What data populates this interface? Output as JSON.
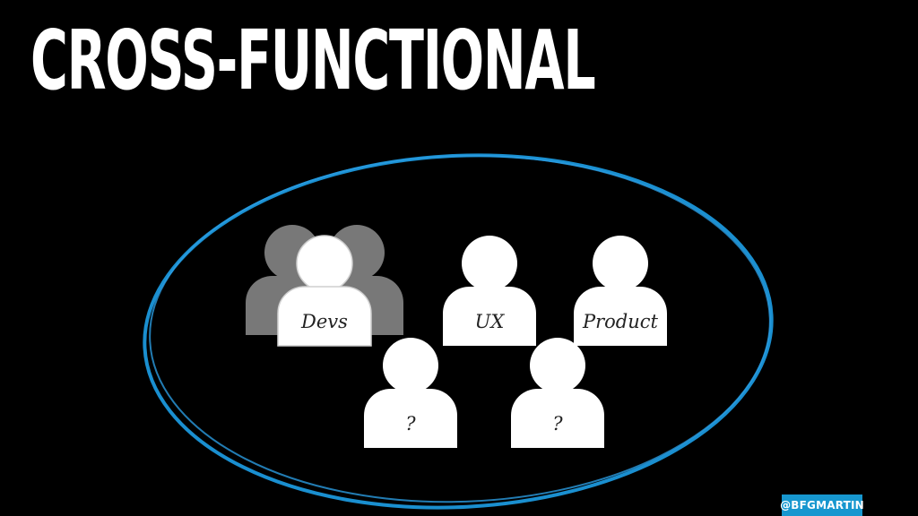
{
  "slide": {
    "title": "CROSS-FUNCTIONAL",
    "handle": "@BFGMARTIN"
  },
  "team": {
    "members": [
      {
        "label": "Devs"
      },
      {
        "label": "UX"
      },
      {
        "label": "Product"
      },
      {
        "label": "?"
      },
      {
        "label": "?"
      }
    ]
  },
  "colors": {
    "background": "#000000",
    "title": "#ffffff",
    "ellipse": "#1a8fd0",
    "person": "#ffffff",
    "person_shadow": "#aaaaaa",
    "handle_bg": "#1797cf"
  }
}
